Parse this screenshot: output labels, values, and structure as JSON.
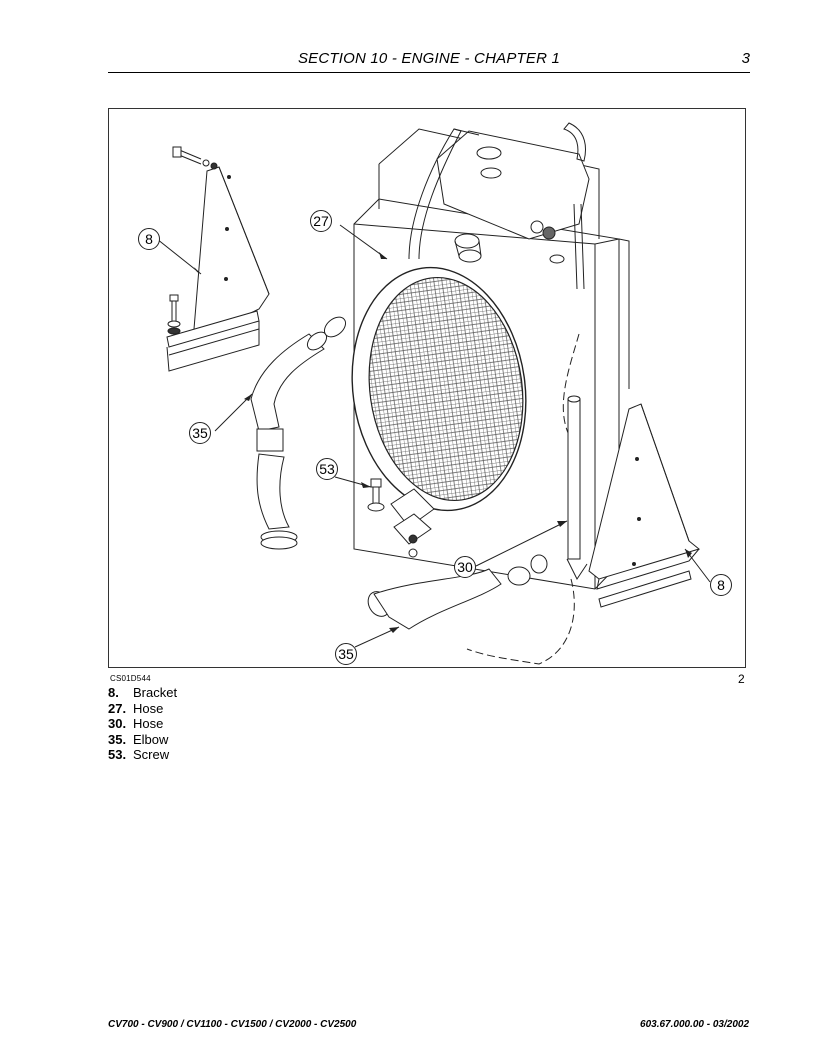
{
  "header": {
    "title": "SECTION 10 - ENGINE - CHAPTER 1",
    "page_number": "3"
  },
  "figure": {
    "code": "CS01D544",
    "number": "2",
    "callouts": [
      "8",
      "27",
      "35",
      "53",
      "30",
      "8",
      "35"
    ]
  },
  "legend": [
    {
      "num": "8.",
      "label": "Bracket"
    },
    {
      "num": "27.",
      "label": "Hose"
    },
    {
      "num": "30.",
      "label": "Hose"
    },
    {
      "num": "35.",
      "label": "Elbow"
    },
    {
      "num": "53.",
      "label": "Screw"
    }
  ],
  "footer": {
    "models": "CV700 - CV900 / CV1100 - CV1500 / CV2000 - CV2500",
    "doc_ref": "603.67.000.00 - 03/2002"
  }
}
